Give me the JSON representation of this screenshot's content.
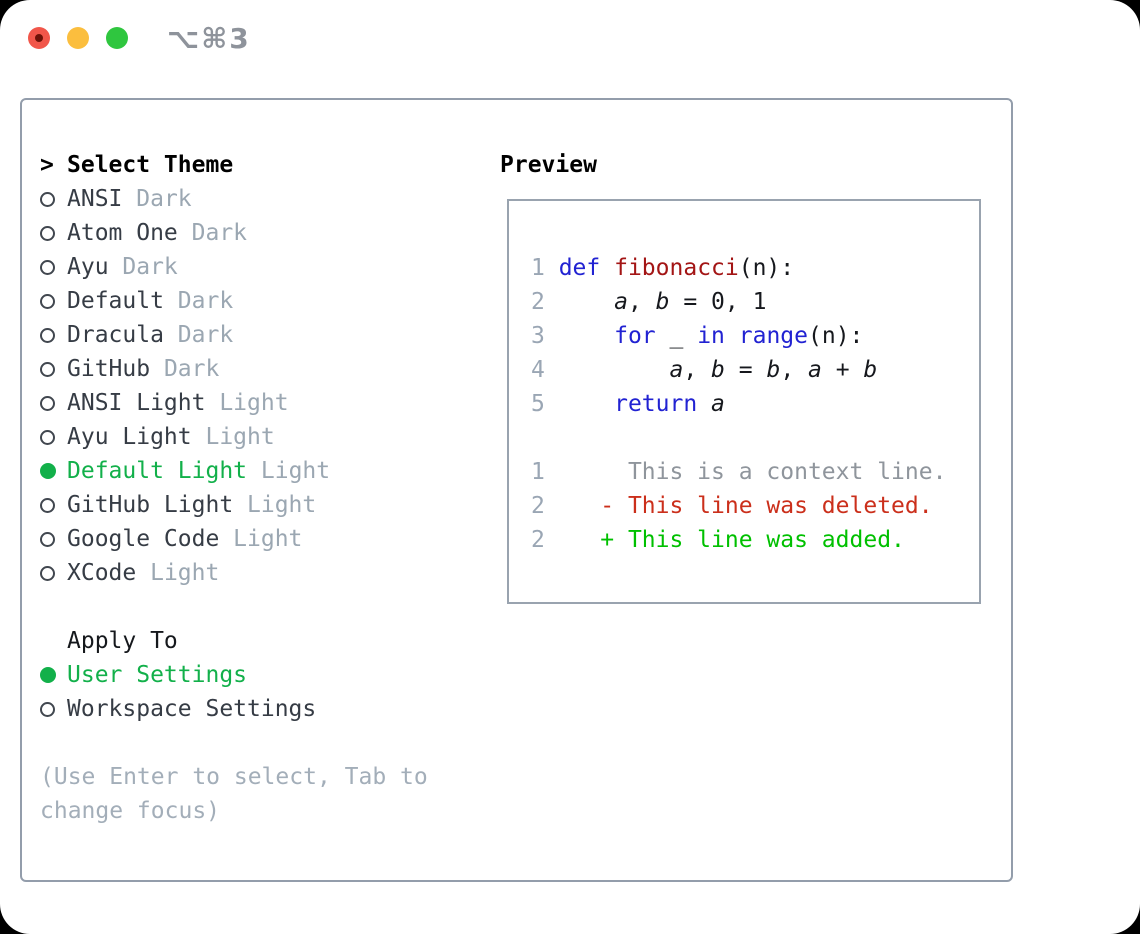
{
  "titlebar": {
    "shortcut": "⌥⌘3"
  },
  "theme_panel": {
    "prompt": ">",
    "title": "Select Theme",
    "items": [
      {
        "name": "ANSI",
        "variant": "Dark",
        "selected": false
      },
      {
        "name": "Atom One",
        "variant": "Dark",
        "selected": false
      },
      {
        "name": "Ayu",
        "variant": "Dark",
        "selected": false
      },
      {
        "name": "Default",
        "variant": "Dark",
        "selected": false
      },
      {
        "name": "Dracula",
        "variant": "Dark",
        "selected": false
      },
      {
        "name": "GitHub",
        "variant": "Dark",
        "selected": false
      },
      {
        "name": "ANSI Light",
        "variant": "Light",
        "selected": false
      },
      {
        "name": "Ayu Light",
        "variant": "Light",
        "selected": false
      },
      {
        "name": "Default Light",
        "variant": "Light",
        "selected": true
      },
      {
        "name": "GitHub Light",
        "variant": "Light",
        "selected": false
      },
      {
        "name": "Google Code",
        "variant": "Light",
        "selected": false
      },
      {
        "name": "XCode",
        "variant": "Light",
        "selected": false
      }
    ]
  },
  "apply_panel": {
    "title": "Apply To",
    "items": [
      {
        "label": "User Settings",
        "selected": true
      },
      {
        "label": "Workspace Settings",
        "selected": false
      }
    ]
  },
  "hint_lines": [
    "(Use Enter to select, Tab to",
    "change focus)"
  ],
  "preview": {
    "title": "Preview",
    "code_lines": [
      {
        "segments": [
          {
            "c": "ln",
            "t": "1 "
          },
          {
            "c": "kw",
            "t": "def"
          },
          {
            "c": "pl",
            "t": " "
          },
          {
            "c": "fn",
            "t": "fibonacci"
          },
          {
            "c": "pl",
            "t": "(n):"
          }
        ]
      },
      {
        "segments": [
          {
            "c": "ln",
            "t": "2 "
          },
          {
            "c": "pl",
            "t": "    "
          },
          {
            "c": "v",
            "t": "a"
          },
          {
            "c": "pl",
            "t": ", "
          },
          {
            "c": "v",
            "t": "b"
          },
          {
            "c": "pl",
            "t": " = 0, 1"
          }
        ]
      },
      {
        "segments": [
          {
            "c": "ln",
            "t": "3 "
          },
          {
            "c": "pl",
            "t": "    "
          },
          {
            "c": "kw",
            "t": "for"
          },
          {
            "c": "pl",
            "t": " _ "
          },
          {
            "c": "kw",
            "t": "in"
          },
          {
            "c": "pl",
            "t": " "
          },
          {
            "c": "kw",
            "t": "range"
          },
          {
            "c": "pl",
            "t": "(n):"
          }
        ]
      },
      {
        "segments": [
          {
            "c": "ln",
            "t": "4 "
          },
          {
            "c": "pl",
            "t": "        "
          },
          {
            "c": "v",
            "t": "a"
          },
          {
            "c": "pl",
            "t": ", "
          },
          {
            "c": "v",
            "t": "b"
          },
          {
            "c": "pl",
            "t": " = "
          },
          {
            "c": "v",
            "t": "b"
          },
          {
            "c": "pl",
            "t": ", "
          },
          {
            "c": "v",
            "t": "a"
          },
          {
            "c": "pl",
            "t": " + "
          },
          {
            "c": "v",
            "t": "b"
          }
        ]
      },
      {
        "segments": [
          {
            "c": "ln",
            "t": "5 "
          },
          {
            "c": "pl",
            "t": "    "
          },
          {
            "c": "kw",
            "t": "return"
          },
          {
            "c": "pl",
            "t": " "
          },
          {
            "c": "v",
            "t": "a"
          }
        ]
      }
    ],
    "diff_lines": [
      {
        "kind": "context",
        "segments": [
          {
            "c": "ln",
            "t": "1"
          },
          {
            "c": "ctx",
            "t": "      This is a context line."
          }
        ]
      },
      {
        "kind": "deleted",
        "segments": [
          {
            "c": "ln",
            "t": "2"
          },
          {
            "c": "del",
            "t": "    - This line was deleted."
          }
        ]
      },
      {
        "kind": "added",
        "segments": [
          {
            "c": "ln",
            "t": "2"
          },
          {
            "c": "add",
            "t": "    + This line was added."
          }
        ]
      }
    ]
  },
  "colors": {
    "keyword": "#2122d2",
    "function_name": "#a31515",
    "deleted": "#cb2f1b",
    "added": "#00c000",
    "selection": "#12b04a",
    "muted": "#9ba7b2",
    "hint": "#a3aeb9",
    "line_number": "#9aa6b4",
    "context": "#8f959c",
    "code": "#16181d"
  }
}
